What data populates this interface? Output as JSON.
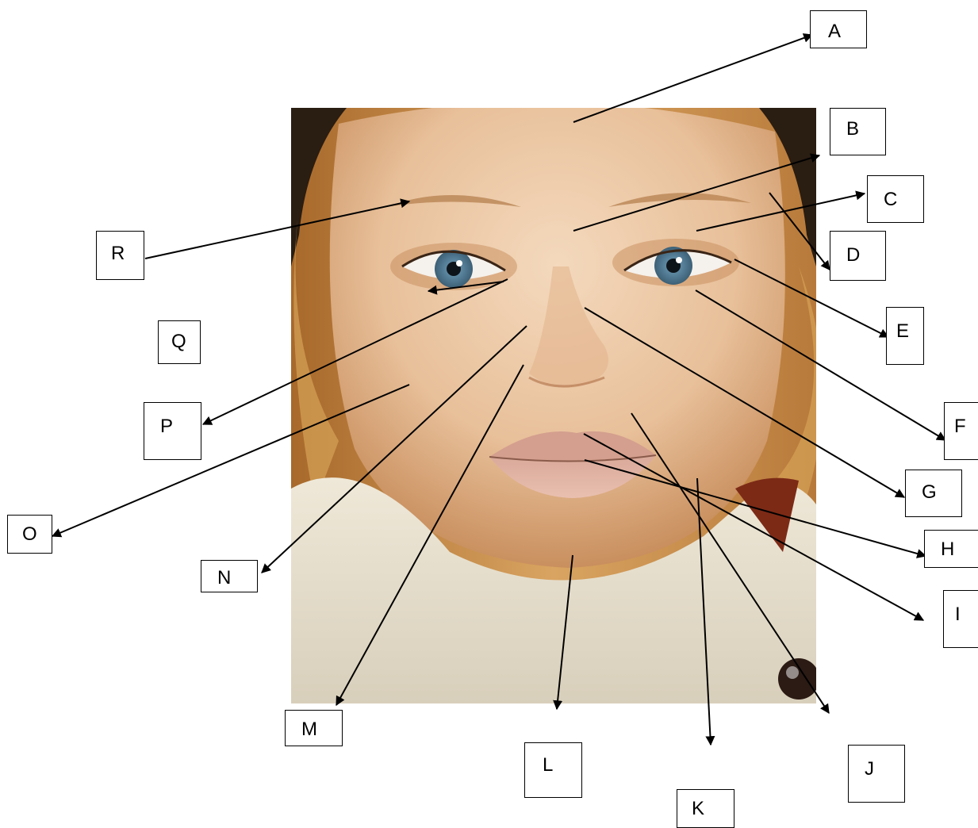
{
  "labels": [
    {
      "id": "A",
      "text": "A"
    },
    {
      "id": "B",
      "text": "B"
    },
    {
      "id": "C",
      "text": "C"
    },
    {
      "id": "D",
      "text": "D"
    },
    {
      "id": "E",
      "text": "E"
    },
    {
      "id": "F",
      "text": "F"
    },
    {
      "id": "G",
      "text": "G"
    },
    {
      "id": "H",
      "text": "H"
    },
    {
      "id": "I",
      "text": "I"
    },
    {
      "id": "J",
      "text": "J"
    },
    {
      "id": "K",
      "text": "K"
    },
    {
      "id": "L",
      "text": "L"
    },
    {
      "id": "M",
      "text": "M"
    },
    {
      "id": "N",
      "text": "N"
    },
    {
      "id": "O",
      "text": "O"
    },
    {
      "id": "P",
      "text": "P"
    },
    {
      "id": "Q",
      "text": "Q"
    },
    {
      "id": "R",
      "text": "R"
    }
  ],
  "colors": {
    "line": "#000000",
    "box_border": "#000000",
    "box_fill": "#ffffff"
  }
}
